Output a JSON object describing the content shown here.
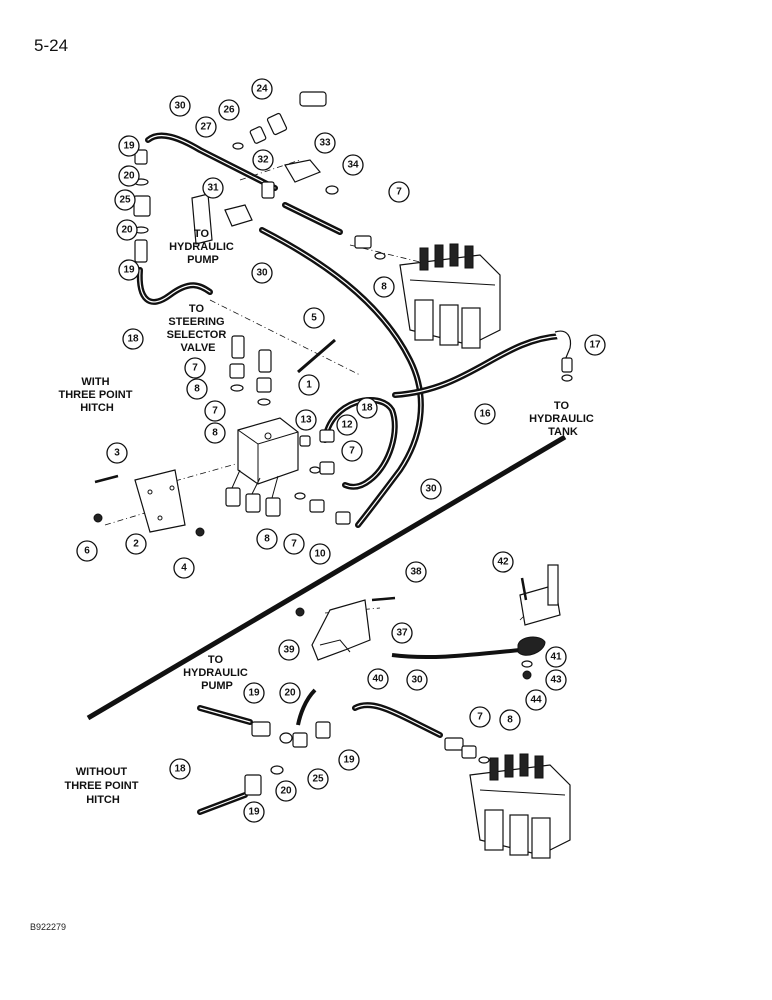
{
  "page": {
    "number": "5-24",
    "figure_code": "B922279"
  },
  "labels": {
    "to_hydraulic_pump_top": [
      "TO",
      "HYDRAULIC",
      "PUMP"
    ],
    "to_steering_selector_valve": [
      "TO",
      "STEERING",
      "SELECTOR",
      "VALVE"
    ],
    "with_three_point_hitch": [
      "WITH",
      "THREE POINT",
      "HITCH"
    ],
    "to_hydraulic_tank": [
      "TO",
      "HYDRAULIC",
      "TANK"
    ],
    "to_hydraulic_pump_bottom": [
      "TO",
      "HYDRAULIC",
      "PUMP"
    ],
    "without_three_point_hitch": [
      "WITHOUT",
      "THREE POINT",
      "HITCH"
    ]
  },
  "callouts": [
    "30",
    "26",
    "24",
    "27",
    "19",
    "20",
    "25",
    "20",
    "19",
    "32",
    "33",
    "34",
    "31",
    "7",
    "8",
    "30",
    "18",
    "5",
    "17",
    "7",
    "8",
    "7",
    "8",
    "1",
    "13",
    "12",
    "18",
    "16",
    "3",
    "7",
    "30",
    "6",
    "2",
    "4",
    "8",
    "7",
    "10",
    "42",
    "38",
    "39",
    "37",
    "41",
    "43",
    "44",
    "40",
    "19",
    "20",
    "30",
    "7",
    "8",
    "19",
    "25",
    "18",
    "20",
    "19"
  ]
}
